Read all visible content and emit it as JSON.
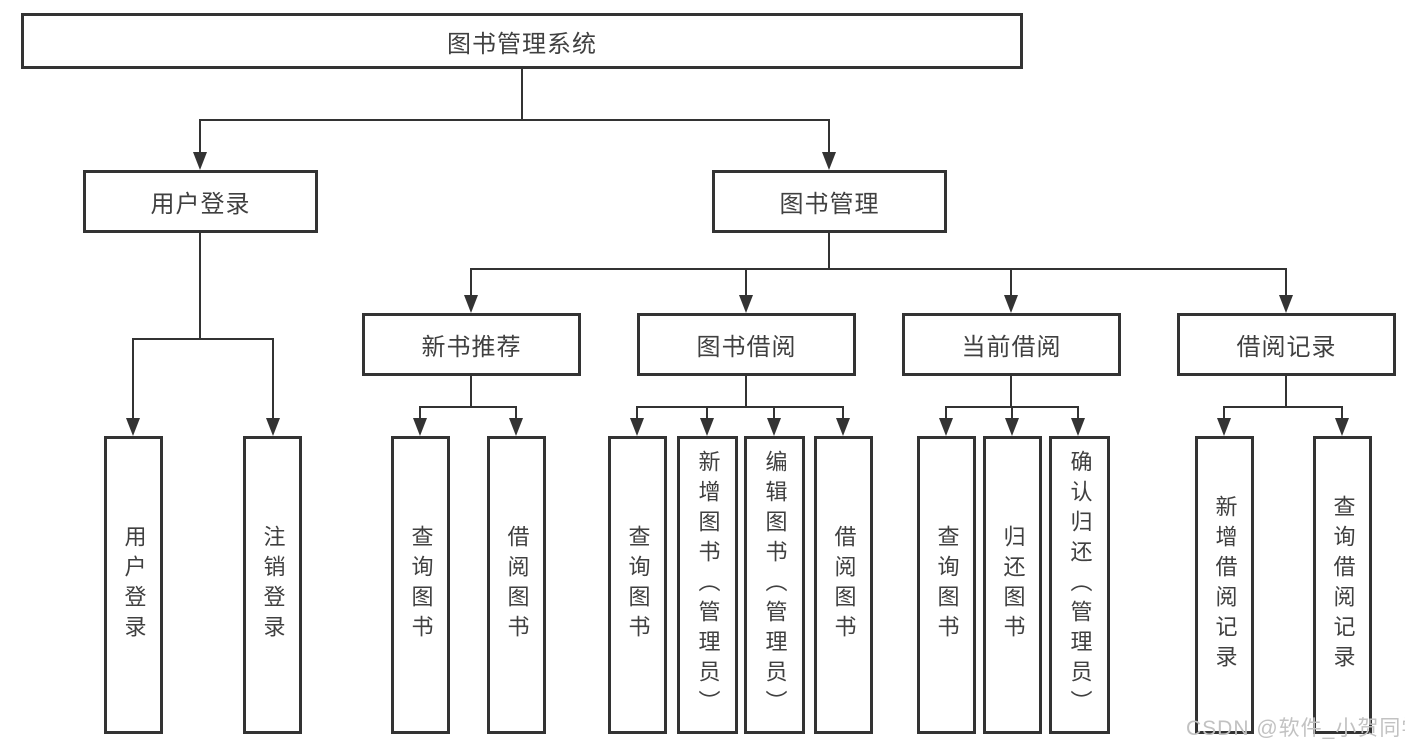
{
  "colors": {
    "line": "#333333",
    "text": "#404040",
    "watermark": "#c2c2c2",
    "background": "#ffffff"
  },
  "watermark": "CSDN @软件_小贺同学",
  "tree": {
    "root": {
      "label": "图书管理系统"
    },
    "branches": [
      {
        "label": "用户登录",
        "children": [
          {
            "label": "用户登录"
          },
          {
            "label": "注销登录"
          }
        ]
      },
      {
        "label": "图书管理",
        "children": [
          {
            "label": "新书推荐",
            "children": [
              {
                "label": "查询图书"
              },
              {
                "label": "借阅图书"
              }
            ]
          },
          {
            "label": "图书借阅",
            "children": [
              {
                "label": "查询图书"
              },
              {
                "label": "新增图书（管理员）"
              },
              {
                "label": "编辑图书（管理员）"
              },
              {
                "label": "借阅图书"
              }
            ]
          },
          {
            "label": "当前借阅",
            "children": [
              {
                "label": "查询图书"
              },
              {
                "label": "归还图书"
              },
              {
                "label": "确认归还（管理员）"
              }
            ]
          },
          {
            "label": "借阅记录",
            "children": [
              {
                "label": "新增借阅记录"
              },
              {
                "label": "查询借阅记录"
              }
            ]
          }
        ]
      }
    ]
  }
}
